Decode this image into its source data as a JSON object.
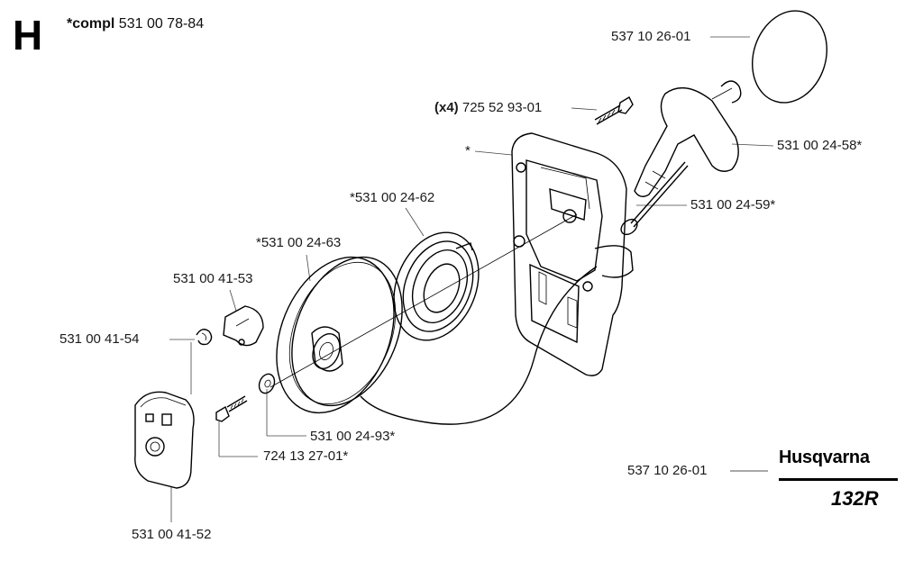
{
  "header": {
    "section_letter": "H",
    "compl_prefix": "*compl",
    "compl_number": "531 00 78-84"
  },
  "brand": {
    "name": "Husqvarna",
    "model": "132R"
  },
  "labels": {
    "cover_ring": "537 10 26-01",
    "screw_qty": "(x4)",
    "screw": "725 52 93-01",
    "star": "*",
    "handle": "531 00 24-58*",
    "spring": "*531 00 24-62",
    "rope": "531 00 24-59*",
    "pulley": "*531 00 24-63",
    "pawl": "531 00 41-53",
    "pawl_spring": "531 00 41-54",
    "washer": "531 00 24-93*",
    "bolt": "724 13 27-01*",
    "plate": "531 00 41-52",
    "bottom_ref": "537 10 26-01"
  }
}
